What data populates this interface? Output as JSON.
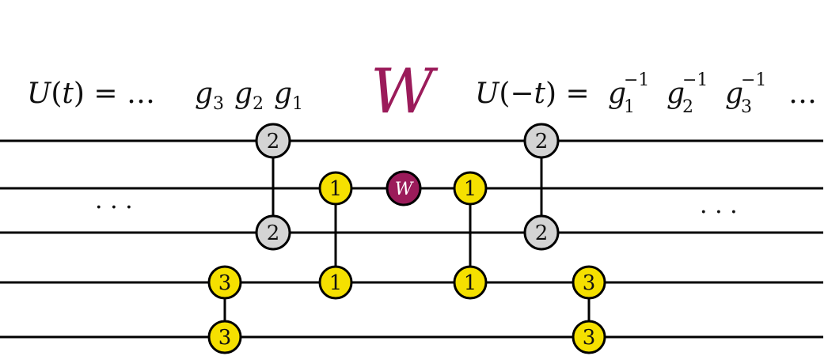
{
  "diagram": {
    "left_equation": {
      "lhs": "U",
      "lparen": "(",
      "arg": "t",
      "rparen_eq": ") = ",
      "dots": "…",
      "terms": [
        {
          "g": "g",
          "sub": "3"
        },
        {
          "g": "g",
          "sub": "2"
        },
        {
          "g": "g",
          "sub": "1"
        }
      ]
    },
    "center_symbol": "W",
    "right_equation": {
      "lhs": "U",
      "lparen": "(",
      "arg": "−t",
      "rparen_eq": ") = ",
      "terms": [
        {
          "g": "g",
          "sub": "1",
          "sup": "−1"
        },
        {
          "g": "g",
          "sub": "2",
          "sup": "−1"
        },
        {
          "g": "g",
          "sub": "3",
          "sup": "−1"
        }
      ],
      "dots": "…"
    },
    "ellipsis_left": "· · ·",
    "ellipsis_right": "· · ·",
    "gate_labels": {
      "g1": "1",
      "g2": "2",
      "g3": "3",
      "w": "W"
    },
    "colors": {
      "wire": "#000000",
      "gate_grey": "#d4d4d4",
      "gate_yellow": "#f5e000",
      "w_magenta": "#9b1b5a",
      "text": "#111111"
    },
    "wire_count": 5
  }
}
